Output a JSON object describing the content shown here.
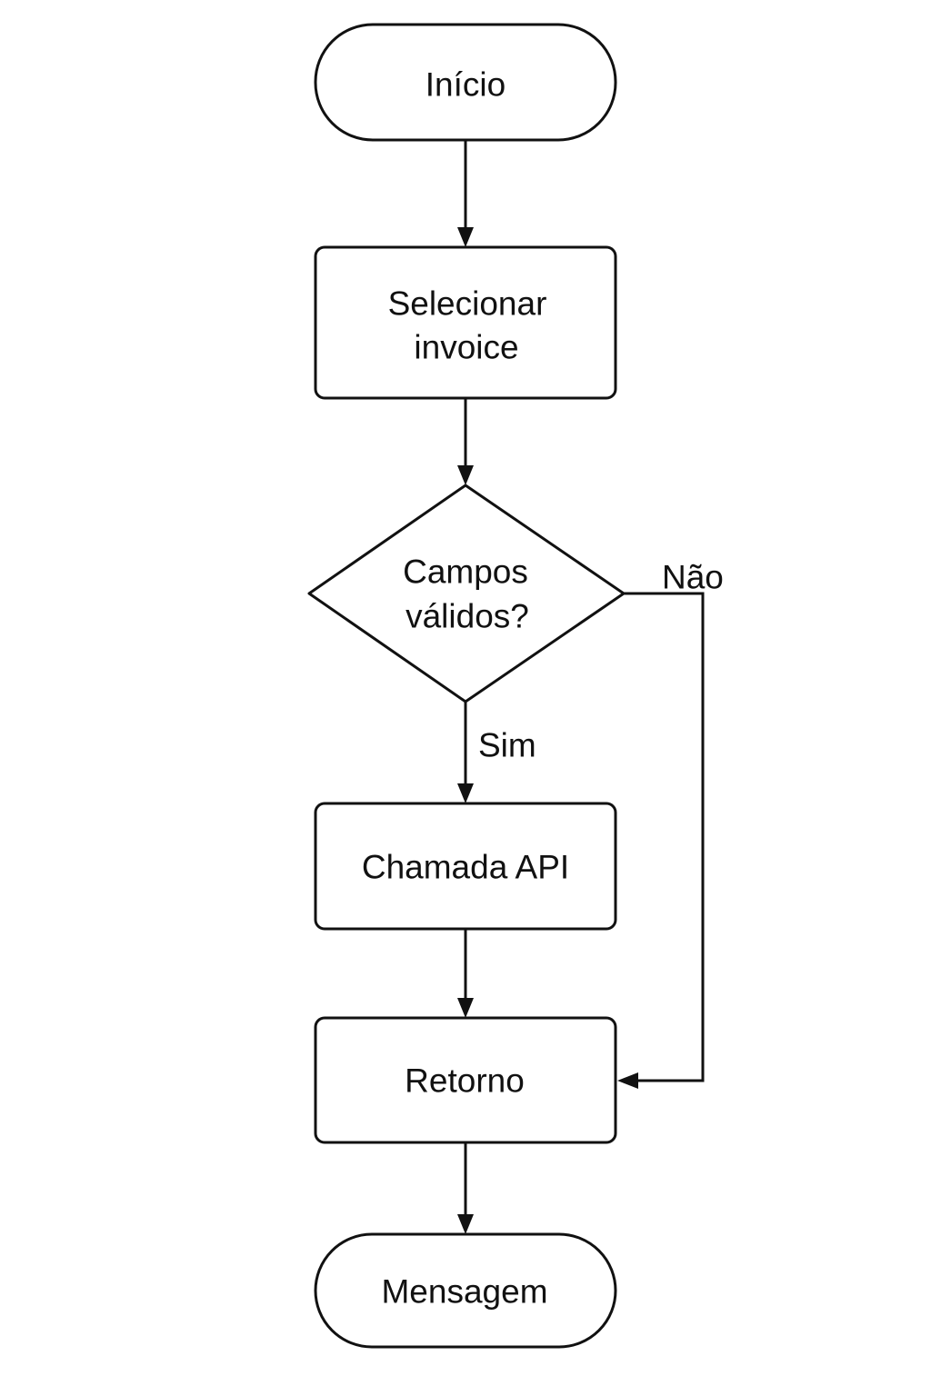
{
  "nodes": {
    "start": {
      "label": "Início"
    },
    "select_invoice": {
      "line1": "Selecionar",
      "line2": "invoice"
    },
    "decision": {
      "line1": "Campos",
      "line2": "válidos?"
    },
    "api_call": {
      "label": "Chamada API"
    },
    "return": {
      "label": "Retorno"
    },
    "message": {
      "label": "Mensagem"
    }
  },
  "edges": {
    "yes_label": "Sim",
    "no_label": "Não"
  }
}
